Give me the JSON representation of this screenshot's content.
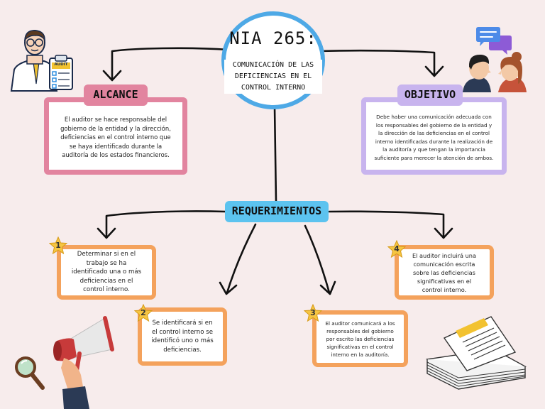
{
  "title": {
    "main": "NIA 265:",
    "subtitle": "COMUNICACIÓN DE LAS DEFICIENCIAS EN EL CONTROL INTERNO"
  },
  "alcance": {
    "label": "ALCANCE",
    "text": "El auditor se hace responsable del gobierno de la entidad y la dirección, deficiencias en el control interno que se haya identificado durante la auditoría de los estados financieros."
  },
  "objetivo": {
    "label": "OBJETIVO",
    "text": "Debe haber una comunicación adecuada con los responsables del gobierno de la entidad y la dirección de las deficiencias en el control interno identificadas durante la realización de la auditoría y que tengan la importancia suficiente para merecer la atención de ambos."
  },
  "requerimientos": {
    "label": "REQUERIMIENTOS",
    "items": [
      {
        "number": "1",
        "text": "Determinar si en el trabajo se ha identificado una o más deficiencias en el control interno."
      },
      {
        "number": "2",
        "text": "Se identificará si en el control interno se identificó uno o más deficiencias."
      },
      {
        "number": "3",
        "text": "El auditor comunicará a los responsables del gobierno por escrito las deficiencias significativas en el control interno en la auditoría."
      },
      {
        "number": "4",
        "text": "El auditor incluirá una comunicación escrita sobre las deficiencias significativas en el control interno."
      }
    ]
  },
  "icons": {
    "auditor_badge": "AUDIT",
    "auditor": "auditor-icon",
    "chat": "chat-bubbles-icon",
    "people": "people-talking-icon",
    "megaphone": "megaphone-icon",
    "magnifier": "magnifier-icon",
    "documents": "document-stack-icon"
  },
  "colors": {
    "background": "#f7ecec",
    "circle": "#4ea9e6",
    "alcance": "#e2849f",
    "objetivo": "#c8b4ee",
    "requerimientos": "#5cc3ef",
    "item_border": "#f4a25c",
    "star": "#f5c542"
  }
}
